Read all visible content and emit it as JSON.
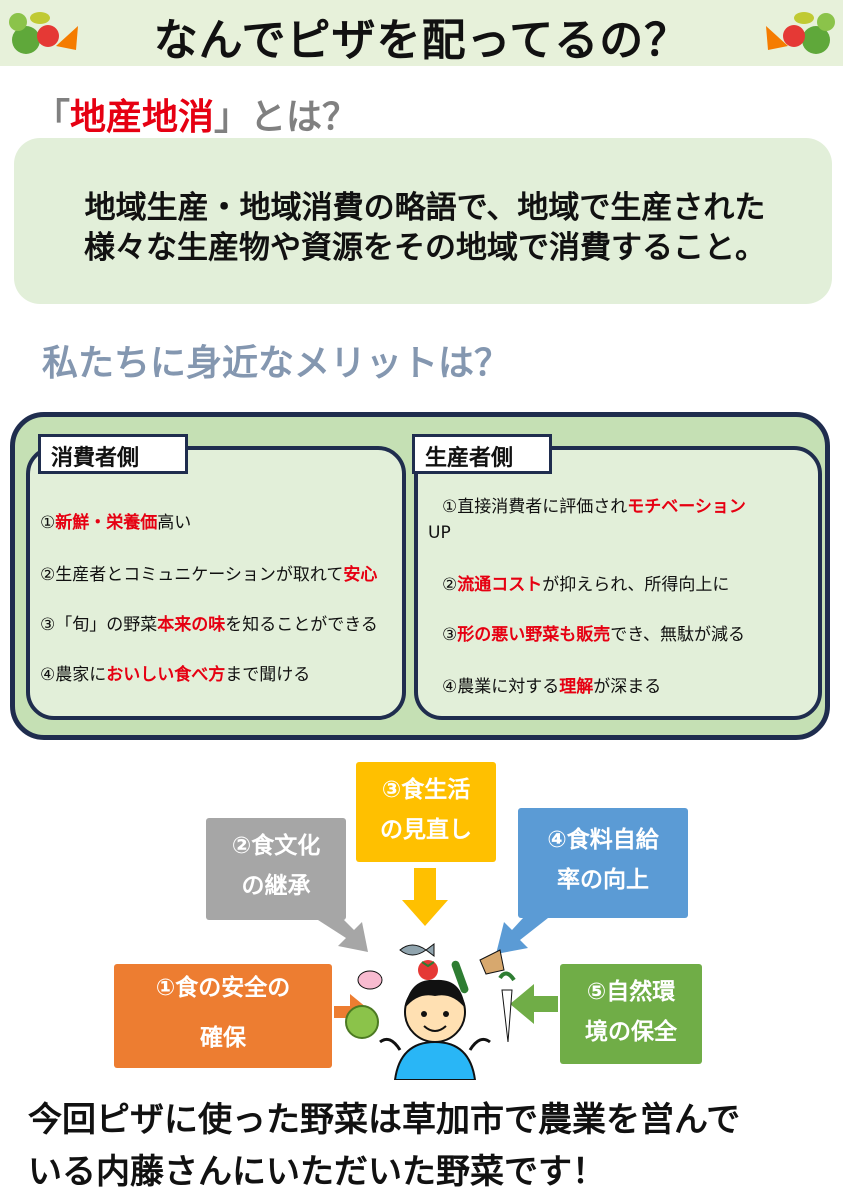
{
  "header": {
    "title": "なんでピザを配ってるの？",
    "left_icon": "vegetables-icon",
    "right_icon": "vegetables-icon"
  },
  "definition": {
    "title_open": "「",
    "title_keyword": "地産地消",
    "title_rest": "」とは？",
    "line1": "地域生産・地域消費の略語で、地域で生産された",
    "line2": "様々な生産物や資源をその地域で消費すること。"
  },
  "merits": {
    "title": "私たちに身近なメリットは？",
    "consumer": {
      "label": "消費者側",
      "items": [
        {
          "pre": "①",
          "bold": "新鮮・栄養価",
          "post": "高い"
        },
        {
          "pre": "②生産者とコミュニケーションが取れて",
          "bold": "安心",
          "post": ""
        },
        {
          "pre": "③「旬」の野菜",
          "bold": "本来の味",
          "post": "を知ることができる"
        },
        {
          "pre": "④農家に",
          "bold": "おいしい食べ方",
          "post": "まで聞ける"
        }
      ]
    },
    "producer": {
      "label": "生産者側",
      "items": [
        {
          "pre": "①直接消費者に評価され",
          "bold": "モチベーション",
          "post": ""
        },
        {
          "pre": "UP",
          "bold": "",
          "post": ""
        },
        {
          "pre": "②",
          "bold": "流通コスト",
          "post": "が抑えられ、所得向上に"
        },
        {
          "pre": "③",
          "bold": "形の悪い野菜も販売",
          "post": "でき、無駄が減る"
        },
        {
          "pre": "④農業に対する",
          "bold": "理解",
          "post": "が深まる"
        }
      ]
    }
  },
  "benefits": {
    "b1": {
      "line1": "①食の安全の",
      "line2": "確保"
    },
    "b2": {
      "line1": "②食文化",
      "line2": "の継承"
    },
    "b3": {
      "line1": "③食生活",
      "line2": "の見直し"
    },
    "b4": {
      "line1": "④食料自給",
      "line2": "率の向上"
    },
    "b5": {
      "line1": "⑤自然環",
      "line2": "境の保全"
    },
    "center_illustration": "boy-with-vegetables-icon"
  },
  "footer": {
    "line1": "今回ピザに使った野菜は草加市で農業を営んで",
    "line2": "いる内藤さんにいただいた野菜です！"
  }
}
